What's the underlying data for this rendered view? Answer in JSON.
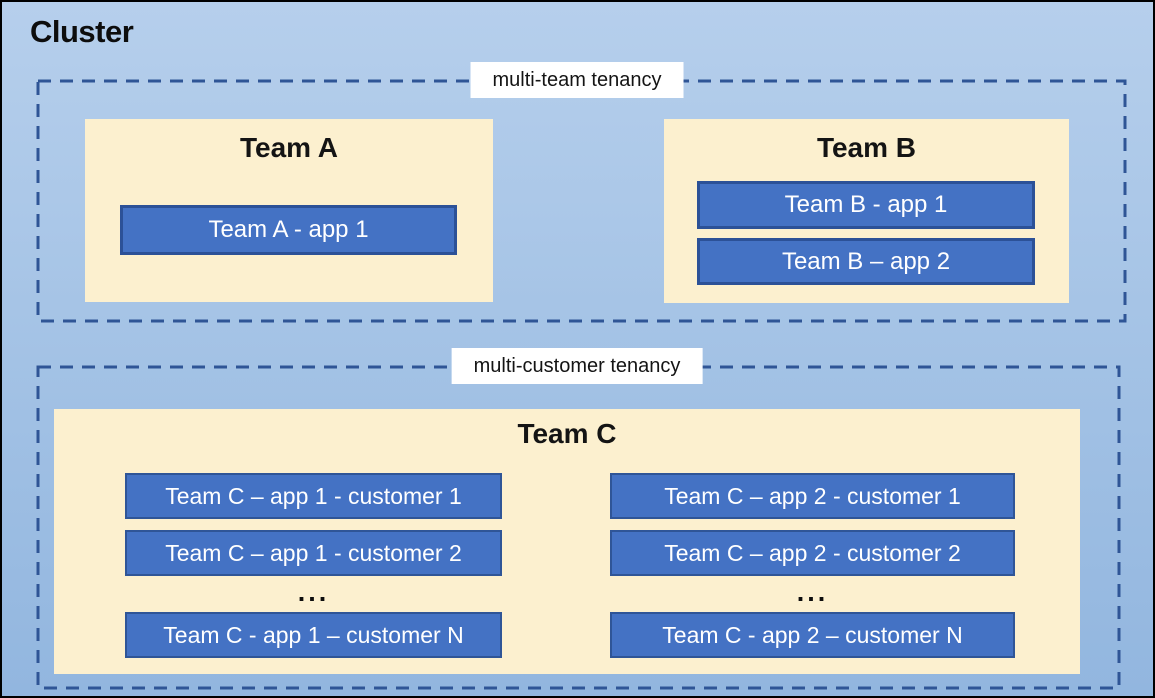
{
  "title": "Cluster",
  "groups": [
    {
      "label": "multi-team tenancy"
    },
    {
      "label": "multi-customer tenancy"
    }
  ],
  "teams": {
    "a": {
      "name": "Team A",
      "apps": [
        "Team A - app 1"
      ]
    },
    "b": {
      "name": "Team B",
      "apps": [
        "Team B - app 1",
        "Team B – app 2"
      ]
    },
    "c": {
      "name": "Team C",
      "ellipsis": "...",
      "col1": [
        "Team C – app 1 - customer 1",
        "Team C – app 1 - customer 2",
        "Team C - app 1 – customer N"
      ],
      "col2": [
        "Team C – app 2 - customer 1",
        "Team C – app 2 - customer 2",
        "Team C - app 2 – customer N"
      ]
    }
  },
  "colors": {
    "canvas_top": "#B6CFEC",
    "canvas_bottom": "#92B6DF",
    "dash_border": "#2F5596",
    "team_fill": "#FCF0CF",
    "app_fill": "#4472C4",
    "app_border": "#2C5197",
    "label_bg": "#FFFFFF",
    "text_dark": "#0D0D0D",
    "text_light": "#FFFFFF",
    "outer_border": "#000000"
  }
}
